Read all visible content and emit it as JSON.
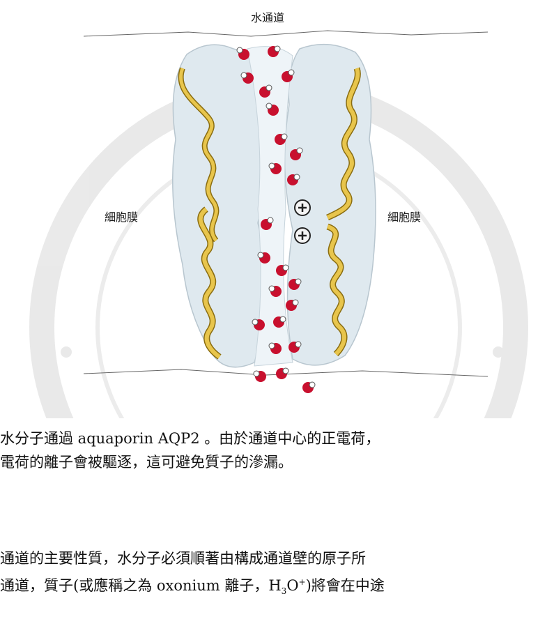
{
  "figure": {
    "title": "水通道",
    "label_left": "細胞膜",
    "label_right": "細胞膜"
  },
  "caption": {
    "line1": "水分子通過 aquaporin AQP2 。由於通道中心的正電荷，",
    "line2": "電荷的離子會被驅逐，這可避免質子的滲漏。"
  },
  "body": {
    "line1": "通道的主要性質，水分子必須順著由構成通道壁的原子所",
    "line2_prefix": "通道，質子(或應稱之為 oxonium 離子，H",
    "line2_sub": "3",
    "line2_mid": "O",
    "line2_sup": "+",
    "line2_suffix": ")將會在中途"
  }
}
